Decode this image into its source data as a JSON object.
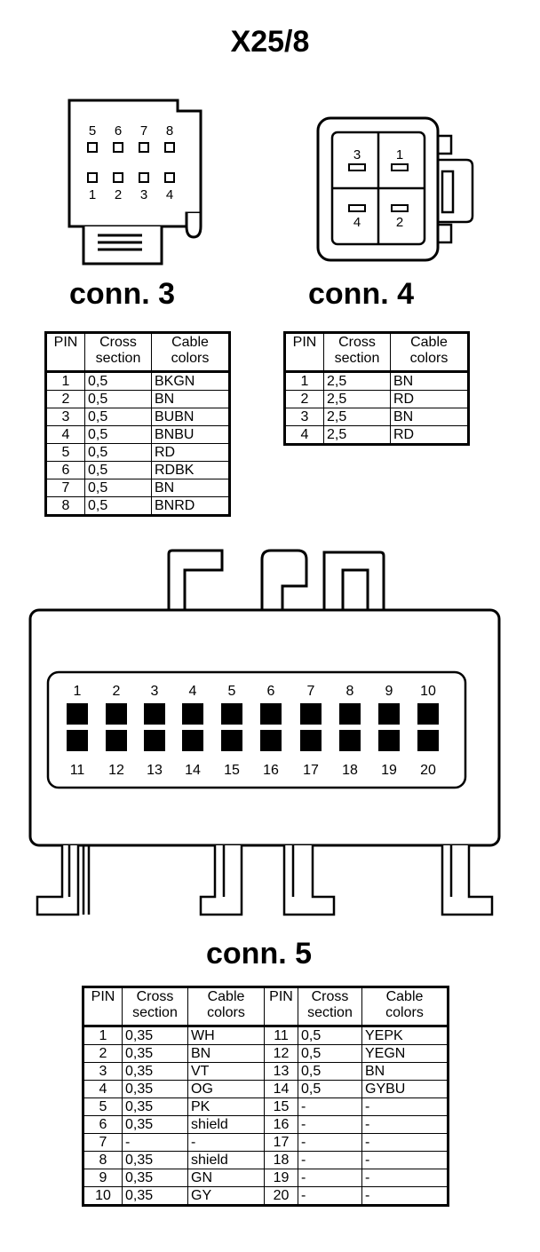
{
  "title": "X25/8",
  "headers": {
    "pin": "PIN",
    "cross": [
      "Cross",
      "section"
    ],
    "cable": [
      "Cable",
      "colors"
    ]
  },
  "conn3": {
    "label": "conn. 3",
    "pin_labels_top": [
      "5",
      "6",
      "7",
      "8"
    ],
    "pin_labels_bottom": [
      "1",
      "2",
      "3",
      "4"
    ],
    "rows": [
      {
        "pin": "1",
        "cross": "0,5",
        "color": "BKGN"
      },
      {
        "pin": "2",
        "cross": "0,5",
        "color": "BN"
      },
      {
        "pin": "3",
        "cross": "0,5",
        "color": "BUBN"
      },
      {
        "pin": "4",
        "cross": "0,5",
        "color": "BNBU"
      },
      {
        "pin": "5",
        "cross": "0,5",
        "color": "RD"
      },
      {
        "pin": "6",
        "cross": "0,5",
        "color": "RDBK"
      },
      {
        "pin": "7",
        "cross": "0,5",
        "color": "BN"
      },
      {
        "pin": "8",
        "cross": "0,5",
        "color": "BNRD"
      }
    ]
  },
  "conn4": {
    "label": "conn. 4",
    "pin_labels": [
      "3",
      "1",
      "4",
      "2"
    ],
    "rows": [
      {
        "pin": "1",
        "cross": "2,5",
        "color": "BN"
      },
      {
        "pin": "2",
        "cross": "2,5",
        "color": "RD"
      },
      {
        "pin": "3",
        "cross": "2,5",
        "color": "BN"
      },
      {
        "pin": "4",
        "cross": "2,5",
        "color": "RD"
      }
    ]
  },
  "conn5": {
    "label": "conn. 5",
    "pin_labels_top": [
      "1",
      "2",
      "3",
      "4",
      "5",
      "6",
      "7",
      "8",
      "9",
      "10"
    ],
    "pin_labels_bottom": [
      "11",
      "12",
      "13",
      "14",
      "15",
      "16",
      "17",
      "18",
      "19",
      "20"
    ],
    "rows": [
      {
        "pin": "1",
        "cross": "0,35",
        "color": "WH",
        "pin2": "11",
        "cross2": "0,5",
        "color2": "YEPK"
      },
      {
        "pin": "2",
        "cross": "0,35",
        "color": "BN",
        "pin2": "12",
        "cross2": "0,5",
        "color2": "YEGN"
      },
      {
        "pin": "3",
        "cross": "0,35",
        "color": "VT",
        "pin2": "13",
        "cross2": "0,5",
        "color2": "BN"
      },
      {
        "pin": "4",
        "cross": "0,35",
        "color": "OG",
        "pin2": "14",
        "cross2": "0,5",
        "color2": "GYBU"
      },
      {
        "pin": "5",
        "cross": "0,35",
        "color": "PK",
        "pin2": "15",
        "cross2": "-",
        "color2": "-"
      },
      {
        "pin": "6",
        "cross": "0,35",
        "color": "shield",
        "pin2": "16",
        "cross2": "-",
        "color2": "-"
      },
      {
        "pin": "7",
        "cross": "-",
        "color": "-",
        "pin2": "17",
        "cross2": "-",
        "color2": "-"
      },
      {
        "pin": "8",
        "cross": "0,35",
        "color": "shield",
        "pin2": "18",
        "cross2": "-",
        "color2": "-"
      },
      {
        "pin": "9",
        "cross": "0,35",
        "color": "GN",
        "pin2": "19",
        "cross2": "-",
        "color2": "-"
      },
      {
        "pin": "10",
        "cross": "0,35",
        "color": "GY",
        "pin2": "20",
        "cross2": "-",
        "color2": "-"
      }
    ]
  }
}
